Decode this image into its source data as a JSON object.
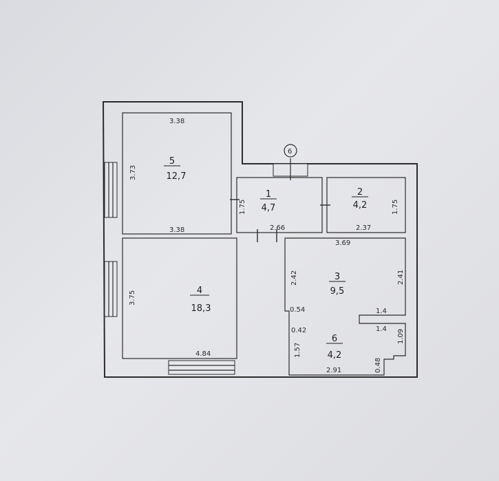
{
  "rooms": [
    {
      "number": "1",
      "area": "4,7"
    },
    {
      "number": "2",
      "area": "4,2"
    },
    {
      "number": "3",
      "area": "9,5"
    },
    {
      "number": "4",
      "area": "18,3"
    },
    {
      "number": "5",
      "area": "12,7"
    },
    {
      "number": "6",
      "area": "4,2"
    }
  ],
  "marker": "6",
  "dims": {
    "r5_top": "3.38",
    "r5_side": "3.73",
    "r5_bottom": "3.38",
    "r1_side": "1.75",
    "r1_bottom": "2.66",
    "r2_side": "1.75",
    "r2_bottom": "2.37",
    "r3_top": "3.69",
    "r3_left": "2.42",
    "r3_right": "2.41",
    "r3_step": "1.4",
    "r4_side": "3.75",
    "r4_bottom": "4.84",
    "r6_a": "0.54",
    "r6_b": "0.42",
    "r6_left": "1.57",
    "r6_step": "1.4",
    "r6_right": "1.09",
    "r6_small": "0.48",
    "r6_bottom": "2.91"
  }
}
